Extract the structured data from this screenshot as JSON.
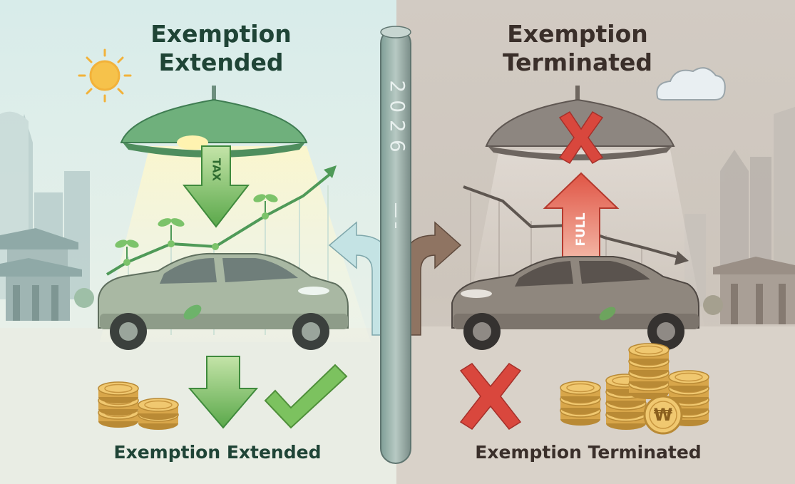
{
  "left_panel": {
    "heading_line1": "Exemption",
    "heading_line2": "Extended",
    "arrow_label": "TAX",
    "caption": "Exemption Extended"
  },
  "right_panel": {
    "heading_line1": "Exemption",
    "heading_line2": "Terminated",
    "arrow_label": "FULL",
    "caption": "Exemption Terminated"
  },
  "divider": {
    "year": "2026"
  },
  "currency_symbol": "₩",
  "colors": {
    "left_sky": "#d6ecec",
    "right_sky": "#cfc6bd",
    "green_arrow": "#5aa84a",
    "red_cross": "#d9473d",
    "red_arrow": "#e05545",
    "coin_gold": "#e3b55a",
    "left_car": "#a9b8a3",
    "right_car": "#8f877e"
  },
  "icons": [
    "sun-icon",
    "cloud-icon",
    "lamp-icon",
    "tax-arrow-down-icon",
    "sprout-icon",
    "growth-line-icon",
    "decline-line-icon",
    "car-icon",
    "leaf-icon",
    "down-arrow-icon",
    "checkmark-icon",
    "cross-icon",
    "full-arrow-up-icon",
    "coin-stack-icon",
    "coin-icon",
    "curved-arrow-icon"
  ]
}
